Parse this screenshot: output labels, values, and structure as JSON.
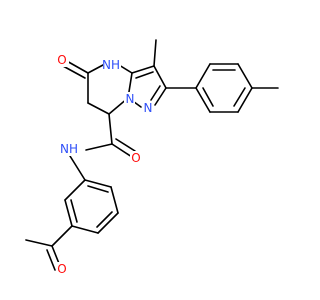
{
  "colors": {
    "bond": "#000000",
    "nitrogen": "#3050F8",
    "oxygen": "#FF0D0D",
    "background": "#ffffff"
  },
  "atoms": {
    "n4h": "NH",
    "o_ring": "O",
    "n7": "N",
    "n1": "N",
    "n_amide": "NH",
    "o_amide": "O",
    "o_acetyl": "O"
  }
}
